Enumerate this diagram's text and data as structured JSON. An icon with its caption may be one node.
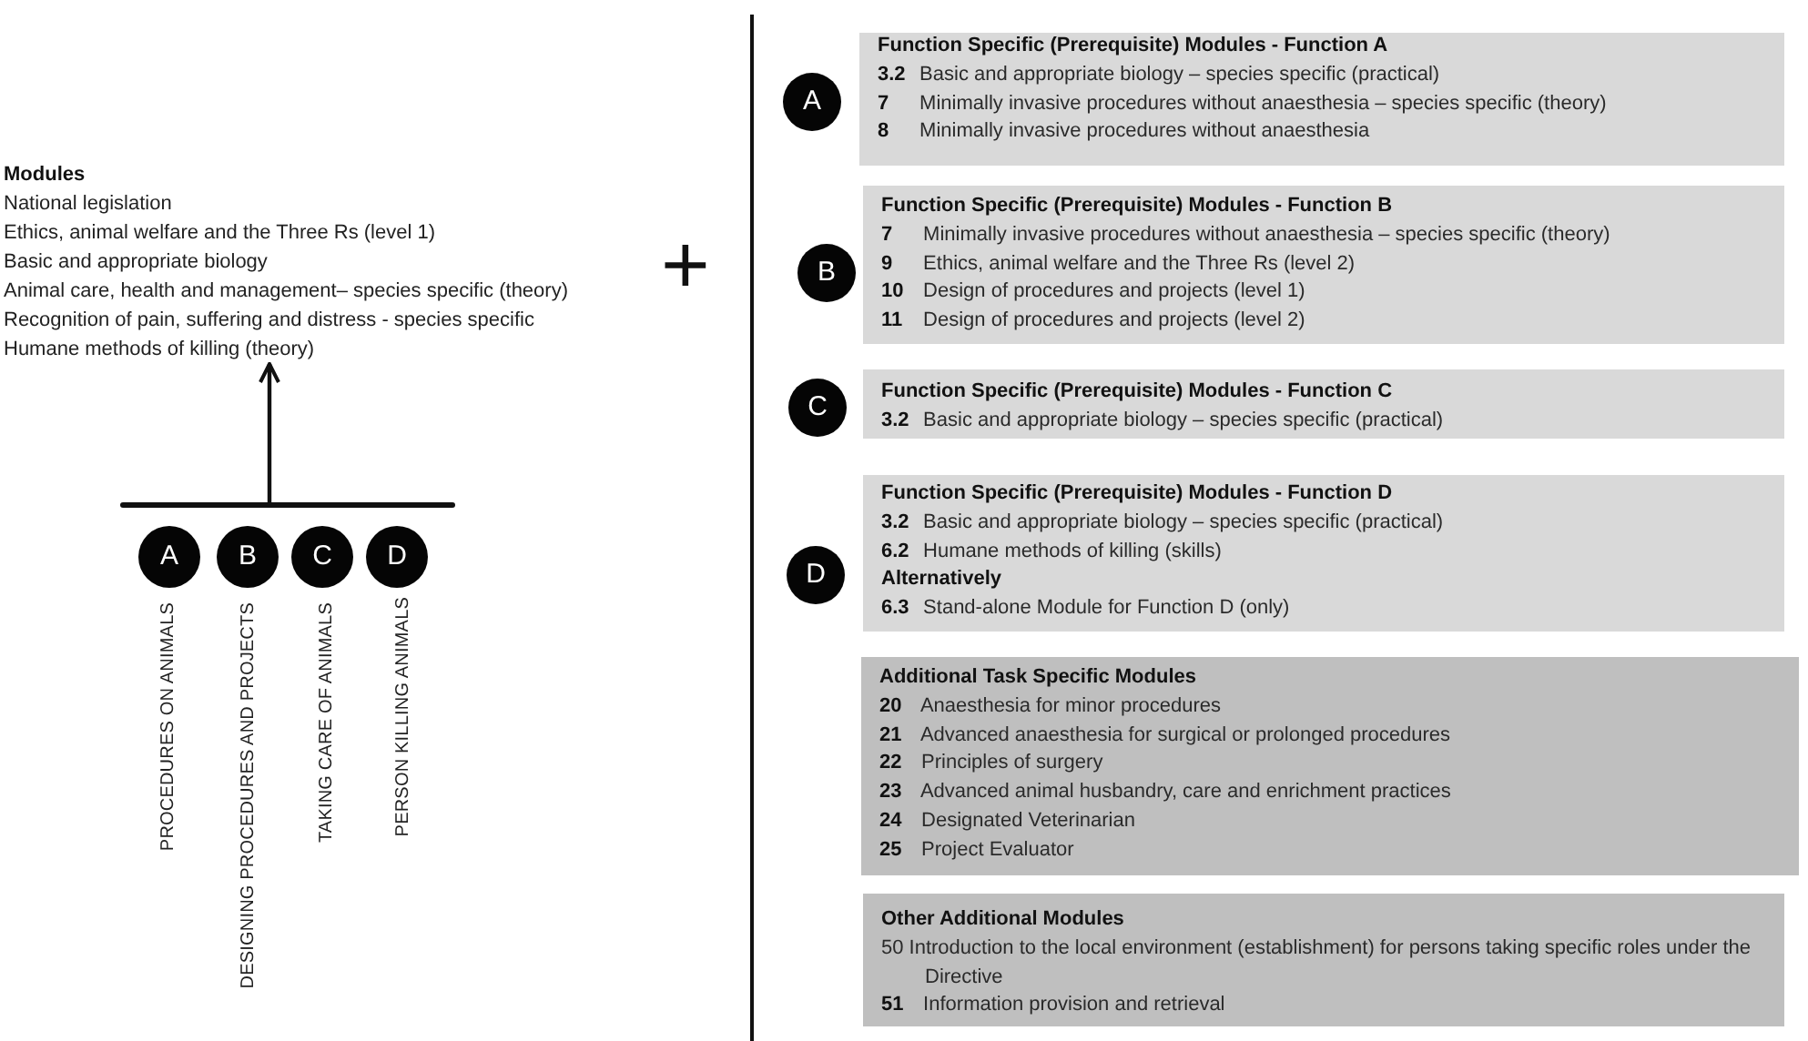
{
  "diagram": {
    "nodes": [
      {
        "text": [
          "Modules",
          "National legislation",
          "Ethics, animal welfare and the Three Rs (level 1)",
          "Basic and appropriate biology",
          "Animal care, health and management– species specific (theory)",
          "Recognition of pain, suffering and distress - species specific",
          "Humane methods of killing (theory)"
        ]
      },
      {
        "text": [],
        "shape": "bar"
      },
      {
        "text": [
          "A"
        ],
        "beside": [
          "PROCEDURES ON ANIMALS"
        ]
      },
      {
        "text": [
          "B"
        ],
        "beside": [
          "DESIGNING PROCEDURES AND PROJECTS"
        ]
      },
      {
        "text": [
          "C"
        ],
        "beside": [
          "TAKING CARE OF ANIMALS"
        ]
      },
      {
        "text": [
          "D"
        ],
        "beside": [
          "PERSON KILLING ANIMALS"
        ]
      },
      {
        "text": [
          "A"
        ]
      },
      {
        "text": [
          "Function Specific (Prerequisite) Modules - Function A",
          "**3.2** Basic and appropriate biology – species specific (practical)",
          "**7** Minimally invasive procedures without anaesthesia – species specific (theory)",
          "**8** Minimally invasive procedures without anaesthesia"
        ]
      },
      {
        "text": [
          "B"
        ]
      },
      {
        "text": [
          "Function Specific (Prerequisite) Modules - Function B",
          "**7** Minimally invasive procedures without anaesthesia – species specific (theory)",
          "**9** Ethics, animal welfare and the Three Rs (level 2)",
          "**10** Design of procedures and projects (level 1)",
          "**11** Design of procedures and projects (level 2)"
        ]
      },
      {
        "text": [
          "C"
        ]
      },
      {
        "text": [
          "Function Specific (Prerequisite) Modules - Function C",
          "**3.2** Basic and appropriate biology – species specific (practical)"
        ]
      },
      {
        "text": [
          "D"
        ]
      },
      {
        "text": [
          "Function Specific (Prerequisite) Modules - Function D",
          "**3.2** Basic and appropriate biology – species specific (practical)",
          "**6.2** Humane methods of killing (skills)",
          "Alternatively",
          "**6.3** Stand-alone Module for Function D (only)"
        ]
      },
      {
        "text": [
          "Additional Task Specific Modules",
          "**20** Anaesthesia for minor procedures",
          "**21** Advanced anaesthesia for surgical or prolonged procedures",
          "**22** Principles of surgery",
          "**23** Advanced animal husbandry, care and enrichment practices",
          "**24** Designated Veterinarian",
          "**25** Project Evaluator"
        ]
      },
      {
        "text": [
          "Other Additional Modules",
          "50 Introduction to the local environment (establishment) for persons taking specific roles under the Directive",
          "**51** Information provision and retrieval"
        ]
      }
    ],
    "edges": [
      {
        "from": 1,
        "to": 0,
        "arrow": "to"
      }
    ],
    "labels": [
      "+"
    ]
  }
}
